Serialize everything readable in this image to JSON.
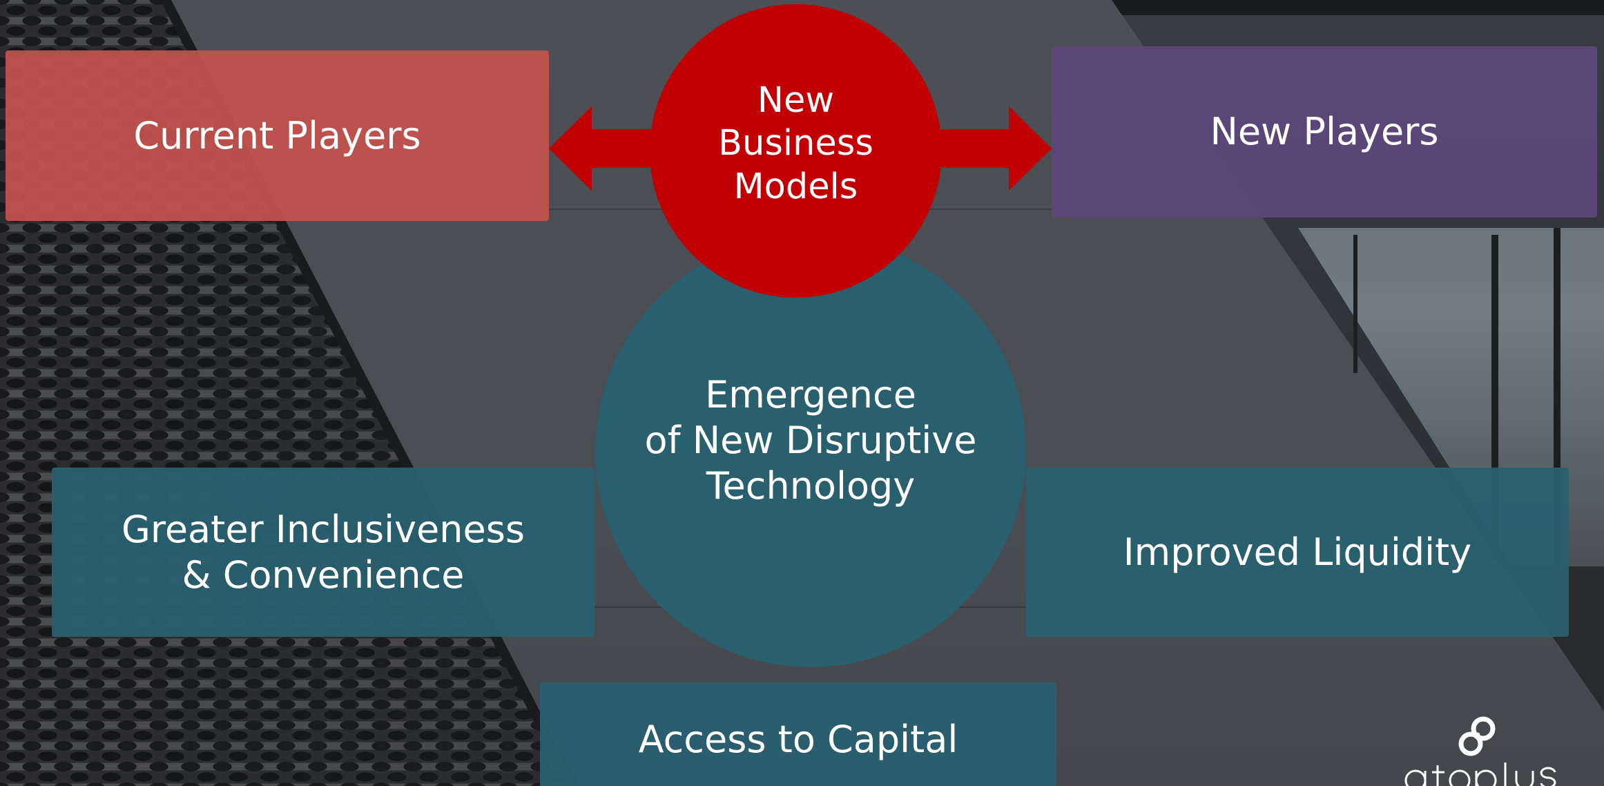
{
  "diagram": {
    "center_top_circle": {
      "text": "New\nBusiness\nModels",
      "color": "#c00002"
    },
    "center_circle": {
      "text": "Emergence\nof New Disruptive\nTechnology",
      "color": "#296070"
    },
    "left_top_box": {
      "text": "Current Players",
      "color": "#c4524e"
    },
    "right_top_box": {
      "text": "New Players",
      "color": "#5b4779"
    },
    "left_box": {
      "text": "Greater Inclusiveness\n&  Convenience",
      "color": "#296070"
    },
    "right_box": {
      "text": "Improved Liquidity",
      "color": "#296070"
    },
    "bottom_box": {
      "text": "Access to Capital",
      "color": "#296070"
    },
    "arrows": {
      "color": "#c00002"
    }
  },
  "branding": {
    "logo_text": "atoplus",
    "logo_icon": "link-chain-icon"
  }
}
